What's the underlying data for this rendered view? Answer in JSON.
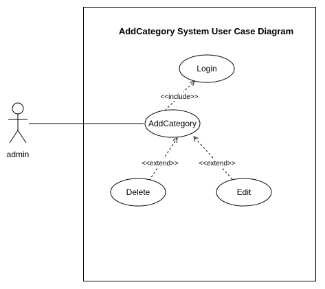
{
  "diagram": {
    "title": "AddCategory System User Case Diagram",
    "actor": {
      "label": "admin"
    },
    "use_cases": {
      "login": "Login",
      "add_category": "AddCategory",
      "delete": "Delete",
      "edit": "Edit"
    },
    "relations": {
      "include": "<<include>>",
      "extend_delete": "<<extend>>",
      "extend_edit": "<<extend>>"
    }
  }
}
